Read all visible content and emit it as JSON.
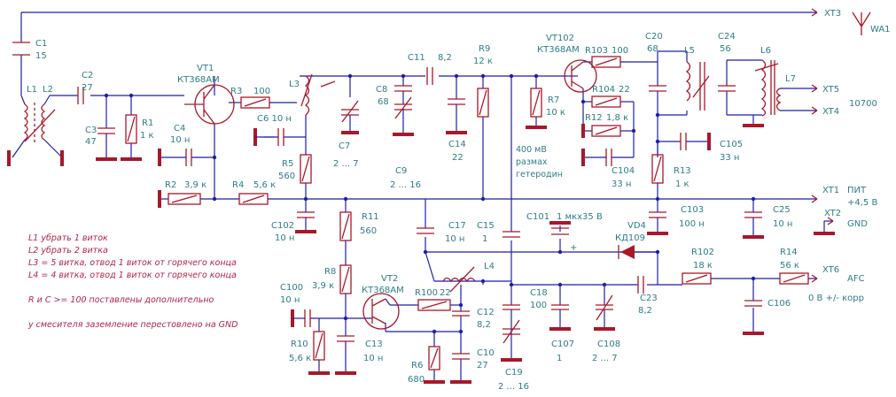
{
  "labels": {
    "XT3": "XT3",
    "WA1": "WA1",
    "C1": "C1",
    "C1v": "15",
    "L1": "L1",
    "L2": "L2",
    "C2": "C2",
    "C2v": "27",
    "C3": "C3",
    "C3v": "47",
    "R1": "R1",
    "R1v": "1 к",
    "VT1": "VT1",
    "VT1t": "КТ368АМ",
    "C4": "C4",
    "C4v": "10 н",
    "R3": "R3",
    "R3v": "100",
    "C6": "C6 10 н",
    "L3": "L3",
    "R2": "R2",
    "R2v": "3,9 к",
    "R4": "R4",
    "R4v": "5,6 к",
    "R5": "R5",
    "R5v": "560",
    "C102": "C102",
    "C102v": "10 н",
    "C7": "C7",
    "C7v": "2 ... 7",
    "C8": "C8",
    "C8v": "68",
    "C9": "C9",
    "C9v": "2 ... 16",
    "C11": "C11",
    "C11v": "8,2",
    "C14": "C14",
    "C14v": "22",
    "R9": "R9",
    "R9v": "12 к",
    "VT102": "VT102",
    "VT102t": "КТ368АМ",
    "R103": "R103",
    "R103v": "100",
    "R7": "R7",
    "R7v": "10 к",
    "R104": "R104",
    "R104v": "22",
    "R12": "R12",
    "R12v": "1,8 к",
    "C104": "C104",
    "C104v": "33 н",
    "C20": "C20",
    "C20v": "68",
    "L5": "L5",
    "C24": "C24",
    "C24v": "56",
    "L6": "L6",
    "L7": "L7",
    "XT5": "XT5",
    "XT4": "XT4",
    "f10700": "10700",
    "C105": "C105",
    "C105v": "33 н",
    "R13": "R13",
    "R13v": "1 к",
    "osc1": "400 мВ",
    "osc2": "размах",
    "osc3": "гетеродин",
    "XT1": "XT1",
    "pit1": "ПИТ",
    "pit2": "+4,5 В",
    "C103": "C103",
    "C103v": "100 н",
    "C25": "C25",
    "C25v": "10 н",
    "XT2": "XT2",
    "GND": "GND",
    "R11": "R11",
    "R11v": "560",
    "C17": "C17",
    "C17v": "10 н",
    "C15": "C15",
    "C15v": "1",
    "C101": "C101",
    "C101v": "1 мкх35 В",
    "VD4": "VD4",
    "VD4t": "КД109",
    "R102": "R102",
    "R102v": "18 к",
    "R14": "R14",
    "R14v": "56 к",
    "XT6": "XT6",
    "AFC": "AFC",
    "afcv": "0 В +/- корр",
    "L4": "L4",
    "R8": "R8",
    "R8v": "3,9 к",
    "VT2": "VT2",
    "VT2t": "КТ368АМ",
    "R100": "R100",
    "R100v": "22",
    "C100": "C100",
    "C100v": "10 н",
    "R10": "R10",
    "R10v": "5,6 к",
    "C13": "C13",
    "C13v": "10 н",
    "R6": "R6",
    "R6v": "680",
    "C12": "C12",
    "C12v": "8,2",
    "C10": "C10",
    "C10v": "27",
    "C18": "C18",
    "C18v": "100",
    "C19": "C19",
    "C19v": "2 ... 16",
    "C107": "C107",
    "C107v": "1",
    "C108": "C108",
    "C108v": "2 ... 7",
    "C23": "C23",
    "C23v": "8,2",
    "C106": "C106",
    "plus": "+"
  },
  "notes": {
    "n1": "L1 убрать 1 виток",
    "n2": "L2 убрать 2 витка",
    "n3": "L3 = 5 витка,  отвод 1 виток от горячего конца",
    "n4": "L4 = 4 витка,  отвод 1 виток от горячего конца",
    "n5": "R и С >= 100 поставлены дополнительно",
    "n6": "у смесителя заземление перестовлено на GND"
  },
  "colors": {
    "wire": "#1f1fa8",
    "part": "#a8182a",
    "label": "#2e7d86",
    "note": "#b0244a"
  }
}
